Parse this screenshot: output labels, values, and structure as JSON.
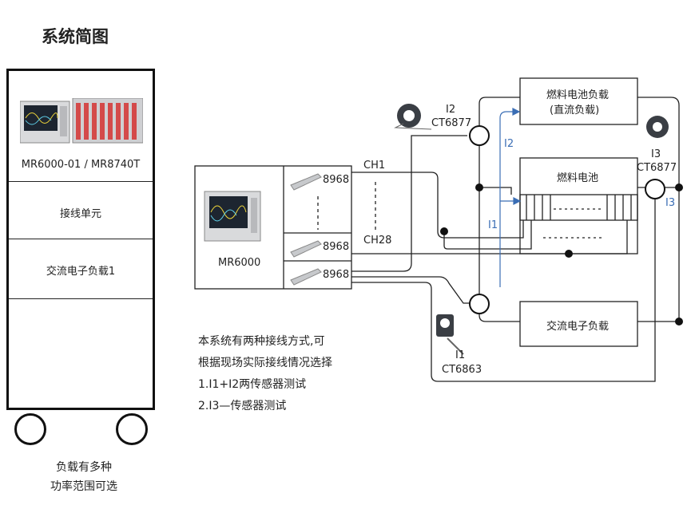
{
  "title": "系统简图",
  "cart": {
    "instrument_label": "MR6000-01 / MR8740T",
    "unit1": "接线单元",
    "unit2": "交流电子负载1"
  },
  "cart_caption": [
    "负载有多种",
    "功率范围可选"
  ],
  "recorder": {
    "label": "MR6000",
    "modules": [
      "8968",
      "8968",
      "8968"
    ]
  },
  "channels": {
    "first": "CH1",
    "last": "CH28"
  },
  "loads": {
    "dc_load": [
      "燃料电池负载",
      "(直流负载)"
    ],
    "fuel_cell": "燃料电池",
    "ac_load": "交流电子负载"
  },
  "sensors": {
    "i1": {
      "name": "I1",
      "model": "CT6863"
    },
    "i2": {
      "name": "I2",
      "model": "CT6877"
    },
    "i3": {
      "name": "I3",
      "model": "CT6877"
    }
  },
  "current_labels": {
    "i1": "I1",
    "i2": "I2",
    "i3": "I3"
  },
  "note": [
    "本系统有两种接线方式,可",
    "根据现场实际接线情况选择",
    "1.I1+I2两传感器测试",
    "2.I3—传感器测试"
  ],
  "colors": {
    "line": "#222222",
    "current_arrow": "#3b6eb5"
  }
}
